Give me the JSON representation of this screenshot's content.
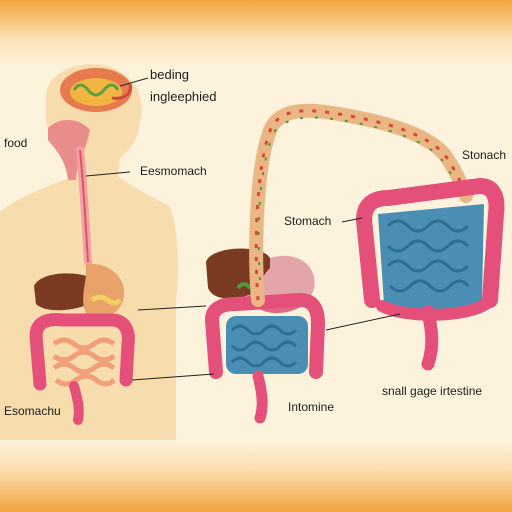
{
  "labels": {
    "beding": "beding",
    "ingleephied": "ingleephied",
    "food": "food",
    "eesmomach": "Eesmomach",
    "stonach": "Stonach",
    "stomach": "Stomach",
    "esomachu": "Esomachu",
    "intomine": "Intomine",
    "small_gage_intestine": "snall gage irtestine"
  },
  "colors": {
    "skin": "#f6d9a8",
    "liver": "#7a3b22",
    "colon": "#e4507a",
    "small_intestine": "#4a8fb3",
    "esophagus": "#f2a1a3",
    "green_accent": "#4f9a3a"
  }
}
